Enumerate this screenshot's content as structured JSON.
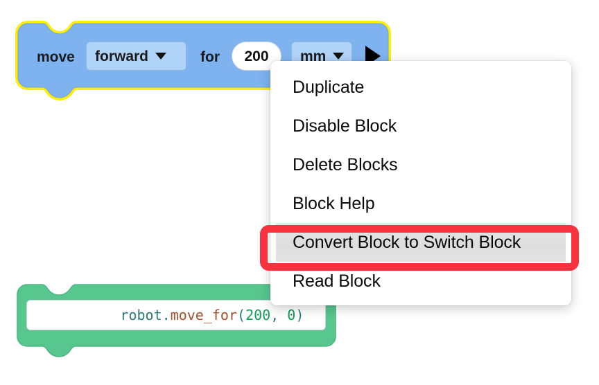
{
  "workspace": {
    "background_color": "#ffffff"
  },
  "move_block": {
    "name": "move-block",
    "block_color": "#7fb3f0",
    "block_color_dark": "#6da6e8",
    "highlight_color": "#ffee00",
    "selected": true,
    "label_move": "move",
    "direction_dropdown": {
      "value": "forward",
      "field_color": "#b0d4f8"
    },
    "label_for": "for",
    "distance_input": {
      "value": "200"
    },
    "unit_dropdown": {
      "value": "mm",
      "field_color": "#b0d4f8"
    },
    "run_button": {
      "label": "run-block"
    }
  },
  "code_block": {
    "name": "python-code-block",
    "block_color": "#57c68f",
    "block_color_dark": "#49b57f",
    "code_tokens": [
      {
        "text": "robot",
        "type": "obj"
      },
      {
        "text": ".",
        "type": "punct"
      },
      {
        "text": "move_for",
        "type": "fn"
      },
      {
        "text": "(",
        "type": "punct"
      },
      {
        "text": "200",
        "type": "num"
      },
      {
        "text": ",",
        "type": "punct"
      },
      {
        "text": " ",
        "type": "punct"
      },
      {
        "text": "0",
        "type": "num"
      },
      {
        "text": ")",
        "type": "punct"
      }
    ],
    "code_plain": "robot.move_for(200, 0)"
  },
  "context_menu": {
    "name": "block-context-menu",
    "background_color": "#ffffff",
    "items": [
      {
        "label": "Duplicate",
        "selected": false
      },
      {
        "label": "Disable Block",
        "selected": false
      },
      {
        "label": "Delete Blocks",
        "selected": false
      },
      {
        "label": "Block Help",
        "selected": false
      },
      {
        "label": "Convert Block to Switch Block",
        "selected": true
      },
      {
        "label": "Read Block",
        "selected": false
      }
    ]
  },
  "annotation": {
    "name": "red-highlight-ring",
    "color": "#f8323f",
    "target_label": "Convert Block to Switch Block"
  }
}
